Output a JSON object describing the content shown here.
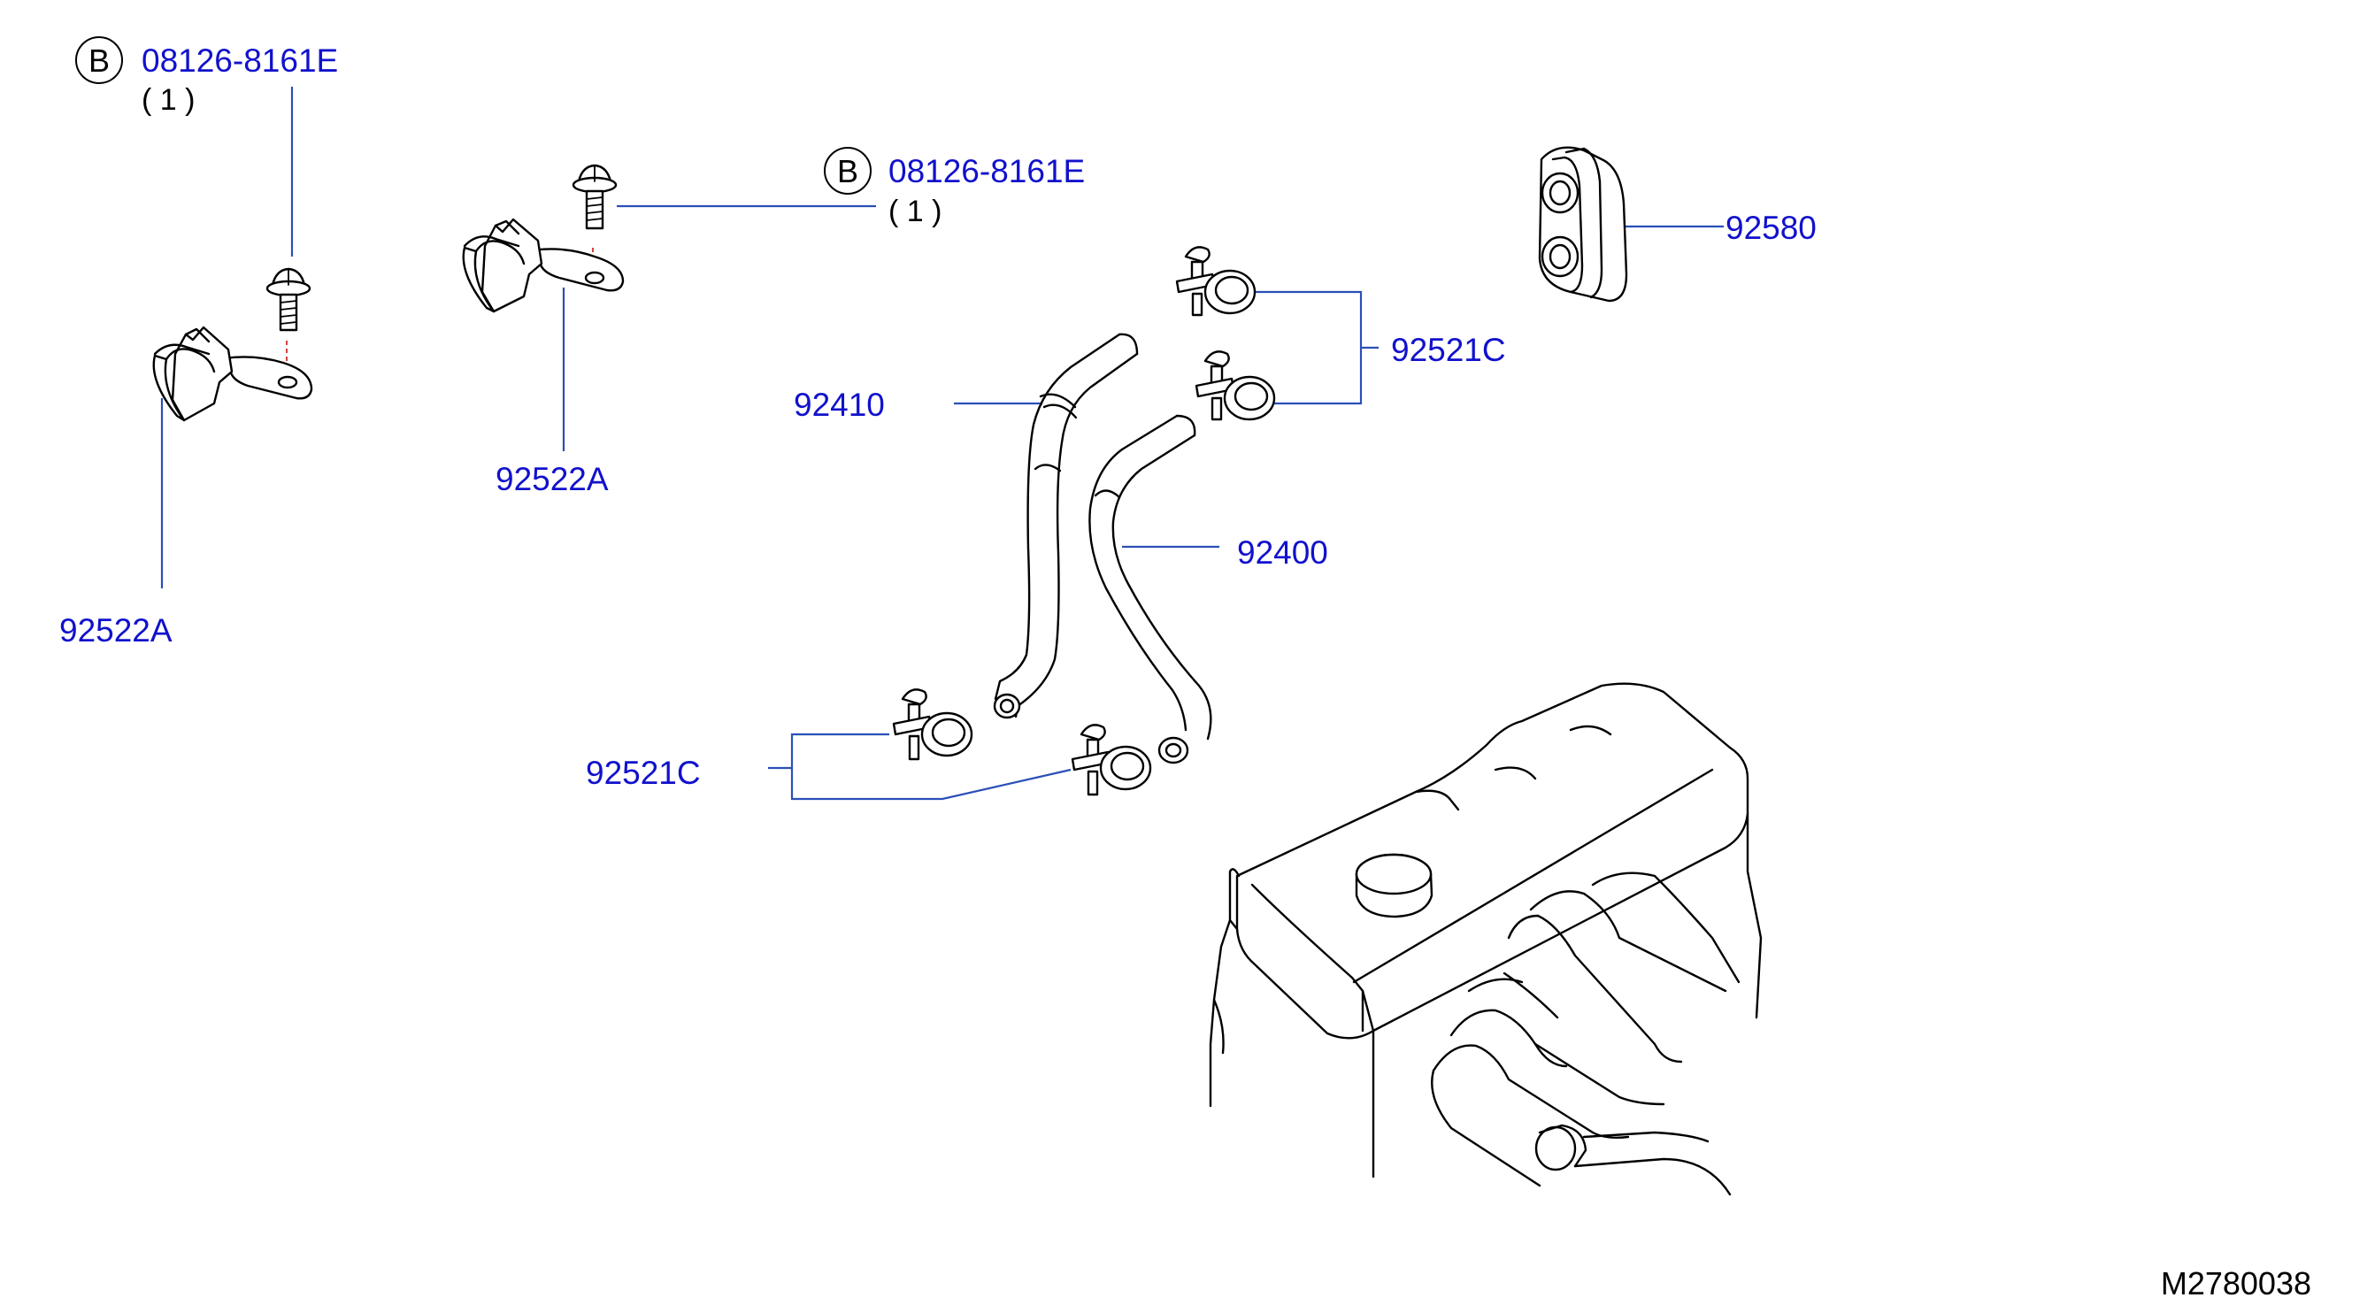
{
  "callouts": {
    "bolt_a": {
      "badge": "B",
      "part_no": "08126-8161E",
      "qty": "( 1 )"
    },
    "bolt_b": {
      "badge": "B",
      "part_no": "08126-8161E",
      "qty": "( 1 )"
    },
    "bracket_left": "92522A",
    "bracket_center": "92522A",
    "hose_upper": "92410",
    "hose_lower": "92400",
    "clamps_right": "92521C",
    "clamps_left": "92521C",
    "grommet": "92580"
  },
  "drawing_code": "M2780038",
  "colors": {
    "label": "#1111cc",
    "leader": "#2a4fb8",
    "hidden_line": "#cc1111",
    "ink": "#000000"
  }
}
